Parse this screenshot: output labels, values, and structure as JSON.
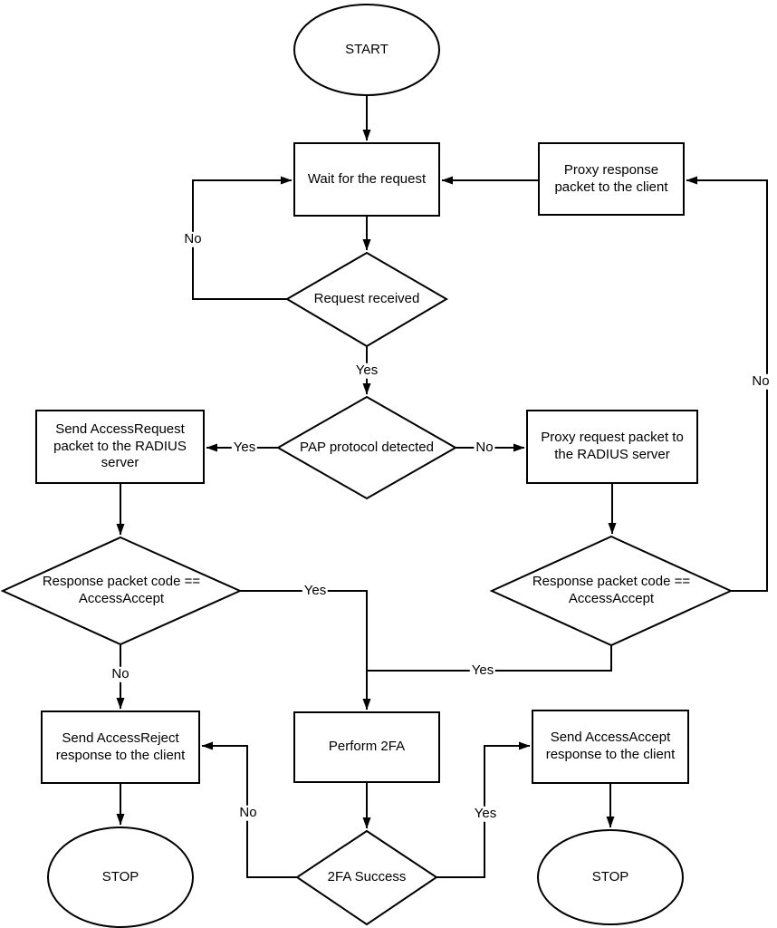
{
  "diagram": {
    "type": "flowchart",
    "colors": {
      "stroke": "#000000",
      "fill": "#ffffff",
      "text": "#000000",
      "background": "#ffffff"
    },
    "nodes": {
      "start": {
        "label": "START",
        "shape": "ellipse"
      },
      "wait_for_request": {
        "label": "Wait for the request",
        "shape": "rectangle"
      },
      "proxy_response": {
        "label": "Proxy response packet to the client",
        "shape": "rectangle"
      },
      "request_received": {
        "label": "Request received",
        "shape": "diamond"
      },
      "pap_detected": {
        "label": "PAP protocol detected",
        "shape": "diamond"
      },
      "send_access_request": {
        "label": "Send AccessRequest packet to the RADIUS server",
        "shape": "rectangle"
      },
      "proxy_request": {
        "label": "Proxy request packet to the RADIUS server",
        "shape": "rectangle"
      },
      "left_response_check": {
        "label": "Response packet code == AccessAccept",
        "shape": "diamond"
      },
      "right_response_check": {
        "label": "Response packet code == AccessAccept",
        "shape": "diamond"
      },
      "send_access_reject": {
        "label": "Send AccessReject response to the client",
        "shape": "rectangle"
      },
      "perform_2fa": {
        "label": "Perform 2FA",
        "shape": "rectangle"
      },
      "send_access_accept": {
        "label": "Send AccessAccept response to the client",
        "shape": "rectangle"
      },
      "stop_left": {
        "label": "STOP",
        "shape": "ellipse"
      },
      "twofa_success": {
        "label": "2FA Success",
        "shape": "diamond"
      },
      "stop_right": {
        "label": "STOP",
        "shape": "ellipse"
      }
    },
    "edge_labels": {
      "request_received_no": "No",
      "request_received_yes": "Yes",
      "pap_yes": "Yes",
      "pap_no": "No",
      "left_check_yes": "Yes",
      "left_check_no": "No",
      "right_check_yes": "Yes",
      "right_check_no": "No",
      "twofa_no": "No",
      "twofa_yes": "Yes"
    }
  }
}
